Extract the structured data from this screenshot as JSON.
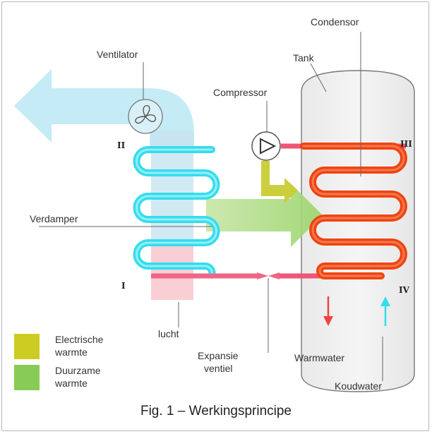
{
  "labels": {
    "condensor": "Condensor",
    "tank": "Tank",
    "ventilator": "Ventilator",
    "compressor": "Compressor",
    "verdamper": "Verdamper",
    "lucht": "lucht",
    "expansie_line1": "Expansie",
    "expansie_line2": "ventiel",
    "warmwater": "Warmwater",
    "koudwater": "Koudwater"
  },
  "roman": {
    "ii": "II",
    "iii": "III",
    "i": "I",
    "iv": "IV"
  },
  "legend": [
    {
      "line1": "Electrische",
      "line2": "warmte",
      "color": "#cccc22"
    },
    {
      "line1": "Duurzame",
      "line2": "warmte",
      "color": "#88cc55"
    }
  ],
  "caption": "Fig. 1 – Werkingsprincipe",
  "colors": {
    "cold": "#33ddee",
    "hot": "#ee4411",
    "air": "#bfe9f5",
    "renewable": "#9bd46a"
  }
}
